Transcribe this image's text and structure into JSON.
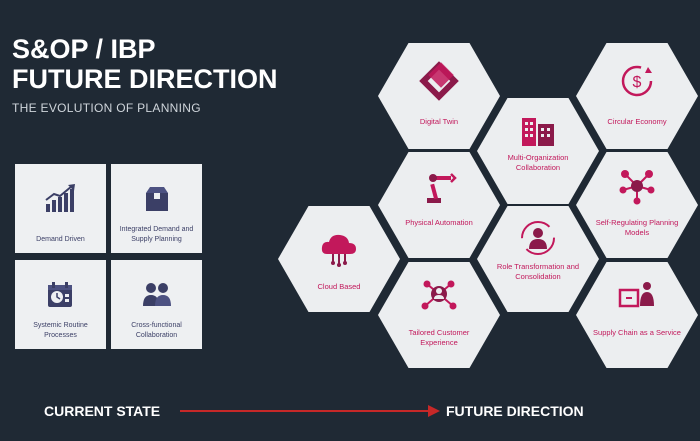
{
  "header": {
    "title_line1": "S&OP / IBP",
    "title_line2": "FUTURE DIRECTION",
    "subtitle": "THE EVOLUTION OF PLANNING"
  },
  "current_tiles": [
    {
      "label": "Demand Driven",
      "icon": "growth-chart-icon"
    },
    {
      "label": "Integrated Demand and Supply Planning",
      "icon": "package-box-icon"
    },
    {
      "label": "Systemic Routine Processes",
      "icon": "calendar-clock-icon"
    },
    {
      "label": "Cross-functional Collaboration",
      "icon": "people-collaboration-icon"
    }
  ],
  "future_hexes": [
    {
      "label": "Digital Twin",
      "icon": "digital-twin-icon"
    },
    {
      "label": "Circular Economy",
      "icon": "circular-dollar-icon"
    },
    {
      "label": "Multi-Organization Collaboration",
      "icon": "buildings-icon"
    },
    {
      "label": "Physical Automation",
      "icon": "robot-arm-icon"
    },
    {
      "label": "Self-Regulating Planning Models",
      "icon": "network-nodes-icon"
    },
    {
      "label": "Cloud Based",
      "icon": "cloud-icon"
    },
    {
      "label": "Role Transformation and Consolidation",
      "icon": "person-cycle-icon"
    },
    {
      "label": "Tailored Customer Experience",
      "icon": "customer-network-icon"
    },
    {
      "label": "Supply Chain as a Service",
      "icon": "supply-service-icon"
    }
  ],
  "footer": {
    "current_state": "CURRENT STATE",
    "future_direction": "FUTURE DIRECTION"
  },
  "colors": {
    "background": "#1f2934",
    "accent": "#c2185b",
    "tile_icon": "#3b3f66",
    "arrow": "#c62828"
  }
}
